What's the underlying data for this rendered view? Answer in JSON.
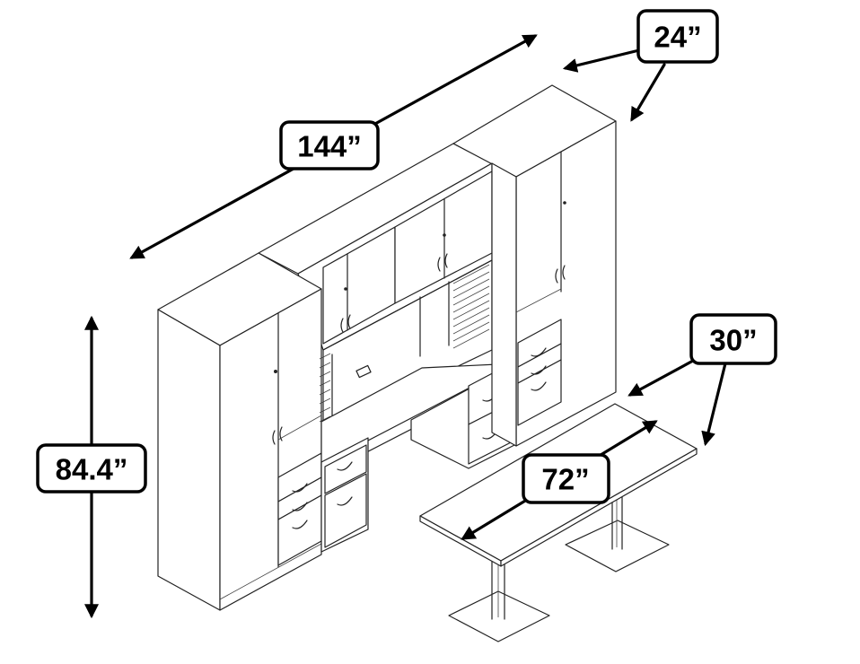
{
  "dimensions": {
    "width": "144”",
    "depth": "24”",
    "height": "84.4”",
    "table_depth": "30”",
    "table_length": "72”"
  }
}
